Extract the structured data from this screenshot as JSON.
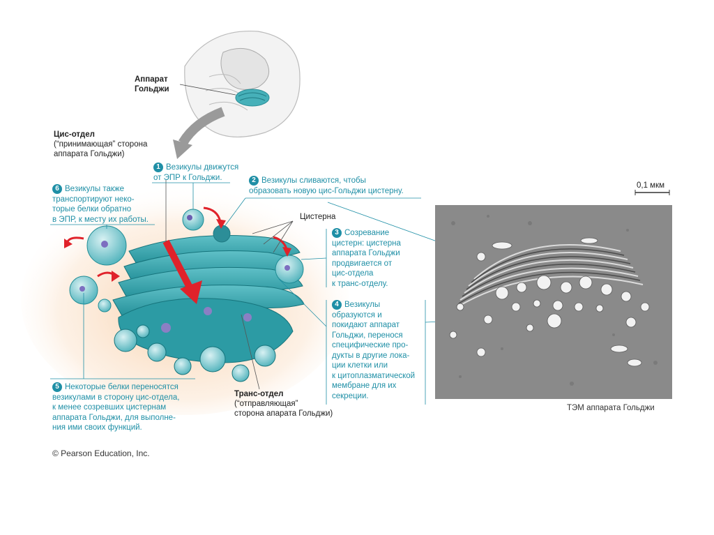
{
  "labels": {
    "golgi_small": [
      "Аппарат",
      "Гольджи"
    ],
    "cis_title": "Цис-отдел",
    "cis_desc": [
      "(“принимающая” сторона",
      "аппарата Гольджи)"
    ],
    "cisterna": "Цистерна",
    "trans_title": "Транс-отдел",
    "trans_desc": [
      "(“отправляющая”",
      "сторона апарата Гольджи)"
    ],
    "scale": "0,1 мкм",
    "tem_caption": "ТЭМ аппарата Гольджи",
    "copyright": "© Pearson Education, Inc."
  },
  "steps": [
    {
      "num": "1",
      "lines": [
        "Везикулы движутся",
        "от ЭПР к Гольджи."
      ]
    },
    {
      "num": "2",
      "lines": [
        "Везикулы сливаются, чтобы",
        "образовать новую цис-Гольджи цистерну."
      ]
    },
    {
      "num": "3",
      "lines": [
        "Созревание",
        "цистерн: цистерна",
        "аппарата Гольджи",
        "продвигается от",
        "цис-отдела",
        "к транс-отделу."
      ]
    },
    {
      "num": "4",
      "lines": [
        "Везикулы",
        "образуются и",
        "покидают аппарат",
        "Гольджи, перенося",
        "специфические про-",
        "дукты в другие лока-",
        "ции клетки или",
        "к цитоплазматической",
        "мембране для их",
        "секреции."
      ]
    },
    {
      "num": "5",
      "lines": [
        "Некоторые белки переносятся",
        "везикулами в сторону цис-отдела,",
        "к менее созревших цистернам",
        "аппарата Гольджи, для выполне-",
        "ния ими своих функций."
      ]
    },
    {
      "num": "6",
      "lines": [
        "Везикулы также",
        "транспортируют неко-",
        "торые белки обратно",
        "в ЭПР, к месту их работы."
      ]
    }
  ],
  "colors": {
    "teal": "#1f8fa6",
    "golgi": "#3fa9b2",
    "arrow": "#e0222a"
  }
}
